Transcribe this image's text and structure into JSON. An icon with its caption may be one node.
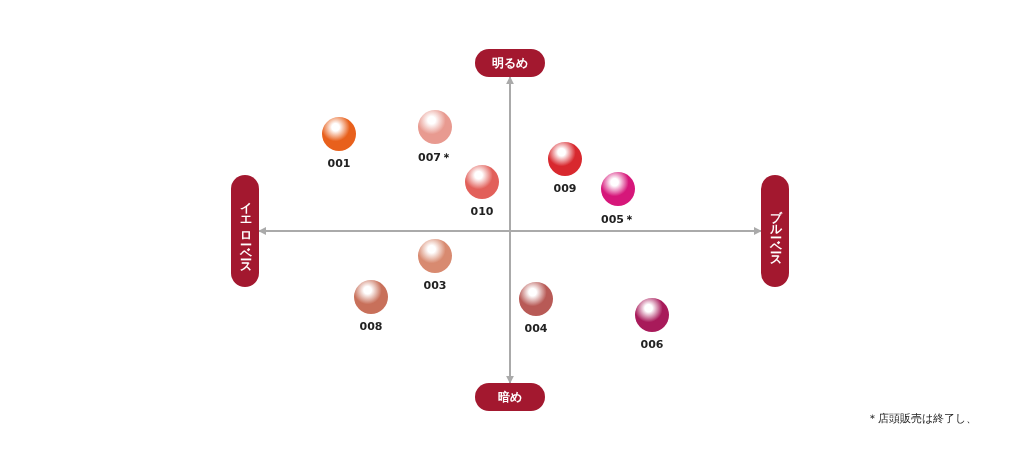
{
  "diagram": {
    "nodes": [
      {
        "text": [
          "明るめ"
        ]
      },
      {
        "text": [
          "イエローベース"
        ]
      },
      {
        "text": [
          "ブルーベース"
        ]
      },
      {
        "text": [
          "暗め"
        ]
      },
      {
        "text": [],
        "shape": "circle",
        "beside": [
          "001"
        ]
      },
      {
        "text": [],
        "shape": "circle",
        "beside": [
          "007＊"
        ]
      },
      {
        "text": [],
        "shape": "circle",
        "beside": [
          "009"
        ]
      },
      {
        "text": [],
        "shape": "circle",
        "beside": [
          "010"
        ]
      },
      {
        "text": [],
        "shape": "circle",
        "beside": [
          "005＊"
        ]
      },
      {
        "text": [],
        "shape": "circle",
        "beside": [
          "003"
        ]
      },
      {
        "text": [],
        "shape": "circle",
        "beside": [
          "008"
        ]
      },
      {
        "text": [],
        "shape": "circle",
        "beside": [
          "004"
        ]
      },
      {
        "text": [],
        "shape": "circle",
        "beside": [
          "006"
        ]
      }
    ],
    "edges": [
      {
        "from": 0,
        "to": 3,
        "arrow": "both"
      },
      {
        "from": 1,
        "to": 2,
        "arrow": "both"
      }
    ],
    "labels": [
      "＊店頭販売は終了し、"
    ]
  }
}
